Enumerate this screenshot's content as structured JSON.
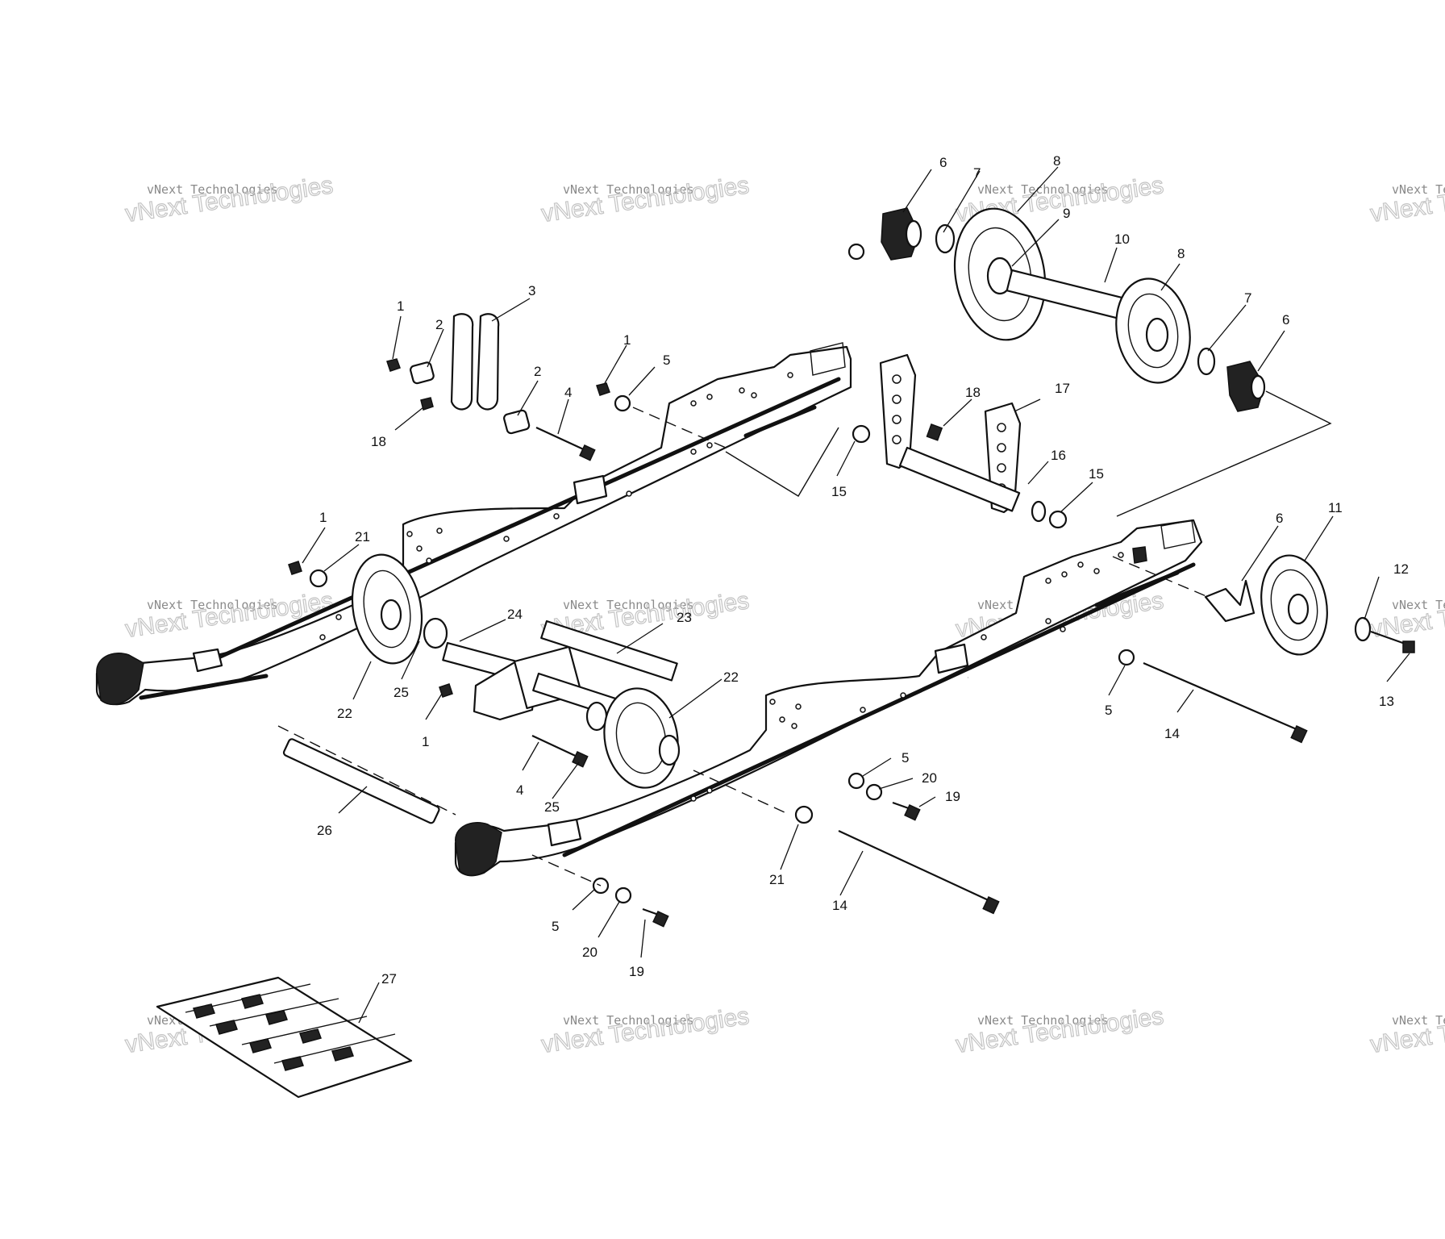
{
  "watermark": {
    "line1": "vNext Technologies",
    "line2": "vNext Technologies"
  },
  "callouts": [
    {
      "id": "c6a",
      "label": "6"
    },
    {
      "id": "c7a",
      "label": "7"
    },
    {
      "id": "c8a",
      "label": "8"
    },
    {
      "id": "c9",
      "label": "9"
    },
    {
      "id": "c10",
      "label": "10"
    },
    {
      "id": "c8b",
      "label": "8"
    },
    {
      "id": "c7b",
      "label": "7"
    },
    {
      "id": "c6b",
      "label": "6"
    },
    {
      "id": "c1a",
      "label": "1"
    },
    {
      "id": "c2a",
      "label": "2"
    },
    {
      "id": "c3",
      "label": "3"
    },
    {
      "id": "c18a",
      "label": "18"
    },
    {
      "id": "c2b",
      "label": "2"
    },
    {
      "id": "c4a",
      "label": "4"
    },
    {
      "id": "c1b",
      "label": "1"
    },
    {
      "id": "c5a",
      "label": "5"
    },
    {
      "id": "c18b",
      "label": "18"
    },
    {
      "id": "c17",
      "label": "17"
    },
    {
      "id": "c15a",
      "label": "15"
    },
    {
      "id": "c16",
      "label": "16"
    },
    {
      "id": "c15b",
      "label": "15"
    },
    {
      "id": "c1c",
      "label": "1"
    },
    {
      "id": "c21a",
      "label": "21"
    },
    {
      "id": "c6c",
      "label": "6"
    },
    {
      "id": "c11",
      "label": "11"
    },
    {
      "id": "c12",
      "label": "12"
    },
    {
      "id": "c24",
      "label": "24"
    },
    {
      "id": "c23",
      "label": "23"
    },
    {
      "id": "c22a",
      "label": "22"
    },
    {
      "id": "c25a",
      "label": "25"
    },
    {
      "id": "c22b",
      "label": "22"
    },
    {
      "id": "c1d",
      "label": "1"
    },
    {
      "id": "c13",
      "label": "13"
    },
    {
      "id": "c5b",
      "label": "5"
    },
    {
      "id": "c14a",
      "label": "14"
    },
    {
      "id": "c4b",
      "label": "4"
    },
    {
      "id": "c25b",
      "label": "25"
    },
    {
      "id": "c5c",
      "label": "5"
    },
    {
      "id": "c20a",
      "label": "20"
    },
    {
      "id": "c19a",
      "label": "19"
    },
    {
      "id": "c26",
      "label": "26"
    },
    {
      "id": "c21b",
      "label": "21"
    },
    {
      "id": "c14b",
      "label": "14"
    },
    {
      "id": "c5d",
      "label": "5"
    },
    {
      "id": "c20b",
      "label": "20"
    },
    {
      "id": "c19b",
      "label": "19"
    },
    {
      "id": "c27",
      "label": "27"
    }
  ]
}
